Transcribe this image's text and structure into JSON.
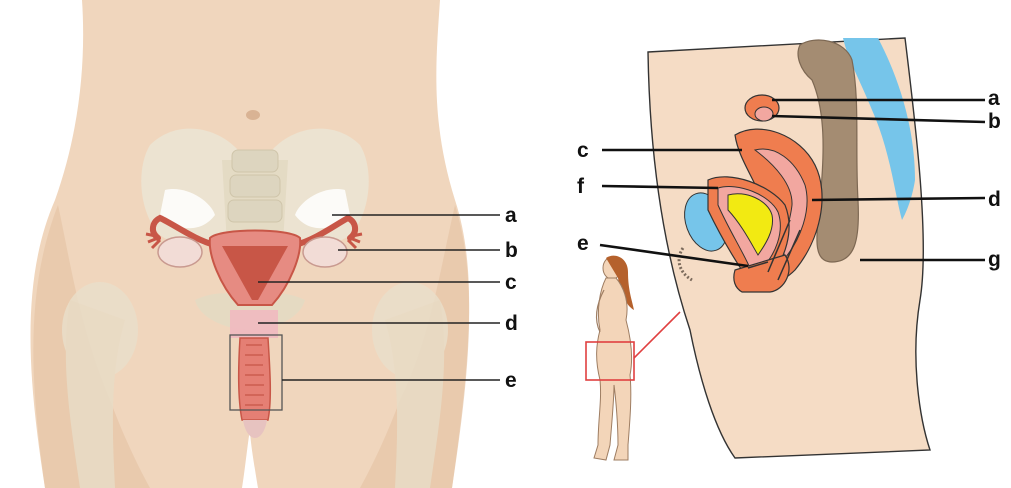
{
  "front_view": {
    "labels": {
      "a": "a",
      "b": "b",
      "c": "c",
      "d": "d",
      "e": "e"
    }
  },
  "side_view": {
    "labels": {
      "a": "a",
      "b": "b",
      "c": "c",
      "d": "d",
      "e": "e",
      "f": "f",
      "g": "g"
    }
  },
  "colors": {
    "skin": "#f0d6bd",
    "skin_shadow": "#d9b394",
    "bone": "#e8e2cf",
    "organ": "#e5786a",
    "organ_dark": "#c85647",
    "organ_orange": "#ef7d4f",
    "bladder_yellow": "#f2ea12",
    "blue_fat": "#76c5ea",
    "rectum": "#a48c72",
    "inset_box": "#e04040"
  }
}
